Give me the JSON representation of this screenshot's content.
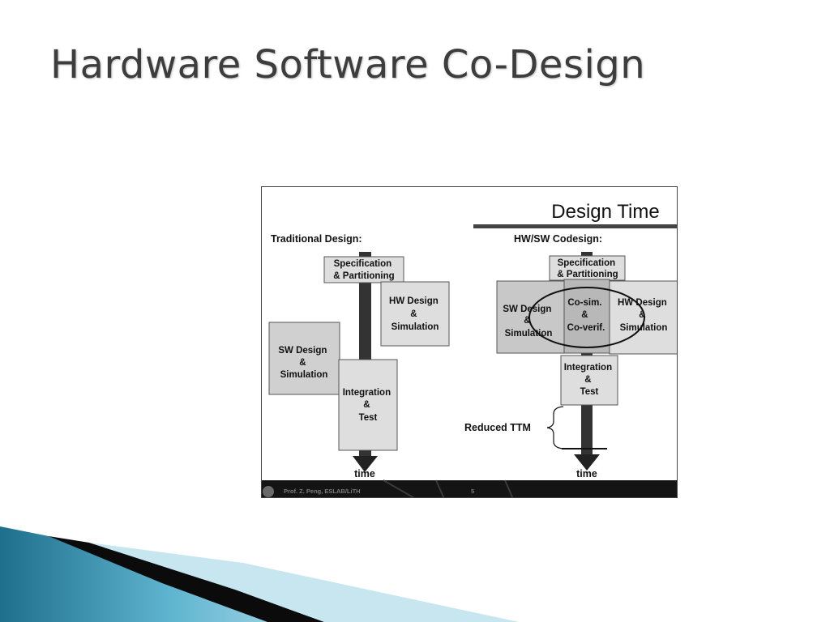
{
  "slide": {
    "title": "Hardware Software Co-Design"
  },
  "figure": {
    "heading": "Design Time",
    "traditional": {
      "label": "Traditional Design:",
      "spec": [
        "Specification",
        "& Partitioning"
      ],
      "hw": [
        "HW Design",
        "&",
        "Simulation"
      ],
      "sw": [
        "SW Design",
        "&",
        "Simulation"
      ],
      "integration": [
        "Integration",
        "&",
        "Test"
      ],
      "time": "time"
    },
    "codesign": {
      "label": "HW/SW Codesign:",
      "spec": [
        "Specification",
        "& Partitioning"
      ],
      "sw": [
        "SW Design",
        "&",
        "Simulation"
      ],
      "cosim": [
        "Co-sim.",
        "&",
        "Co-verif."
      ],
      "hw": [
        "HW Design",
        "&",
        "Simulation"
      ],
      "integration": [
        "Integration",
        "&",
        "Test"
      ],
      "reduced": "Reduced TTM",
      "time": "time"
    },
    "footer": {
      "credit": "Prof. Z. Peng, ESLAB/LiTH",
      "page": "5"
    }
  },
  "colors": {
    "box_fill": "#dedede",
    "box_dark": "#c8c8c8",
    "bar": "#333333",
    "band_dark": "#1e6f8c",
    "band_light": "#8fd0e4"
  }
}
